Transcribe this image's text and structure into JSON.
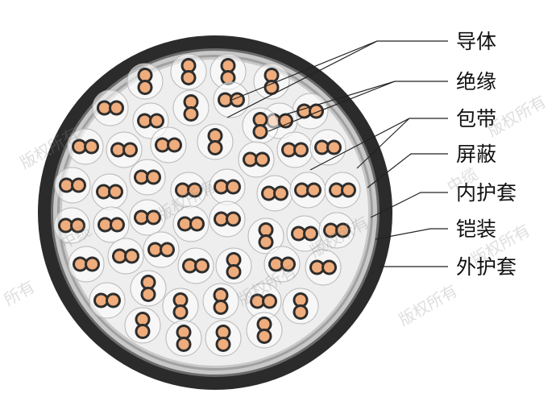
{
  "labels": {
    "conductor": "导体",
    "insulation": "绝缘",
    "wrapping_tape": "包带",
    "shield": "屏蔽",
    "inner_sheath": "内护套",
    "armor": "铠装",
    "outer_sheath": "外护套"
  },
  "watermarks": {
    "a": "版权所有",
    "b": "中缆",
    "c": "所有"
  },
  "colors": {
    "outer_sheath": "#2b2b2b",
    "armor": "#6b6b6b",
    "shield": "#c8c8c8",
    "inner_sheath": "#a0a0a0",
    "filler": "#eeeeee",
    "pair_ring": "#ffffff",
    "insulation": "#2d2d2d",
    "conductor": "#efac7c",
    "leader": "#222222"
  },
  "pairs": [
    [
      234,
      89,
      0
    ],
    [
      283,
      89,
      0
    ],
    [
      180,
      101,
      0
    ],
    [
      337,
      101,
      0
    ],
    [
      137,
      134,
      1
    ],
    [
      237,
      134,
      0
    ],
    [
      287,
      124,
      1
    ],
    [
      385,
      138,
      1
    ],
    [
      187,
      150,
      1
    ],
    [
      347,
      150,
      1
    ],
    [
      267,
      176,
      0
    ],
    [
      323,
      156,
      0
    ],
    [
      106,
      182,
      1
    ],
    [
      154,
      186,
      1
    ],
    [
      209,
      180,
      1
    ],
    [
      318,
      198,
      1
    ],
    [
      366,
      186,
      1
    ],
    [
      407,
      183,
      1
    ],
    [
      183,
      220,
      1
    ],
    [
      234,
      236,
      1
    ],
    [
      282,
      232,
      1
    ],
    [
      341,
      240,
      1
    ],
    [
      382,
      236,
      1
    ],
    [
      90,
      230,
      1
    ],
    [
      136,
      238,
      1
    ],
    [
      425,
      236,
      1
    ],
    [
      89,
      280,
      1
    ],
    [
      138,
      279,
      1
    ],
    [
      183,
      270,
      1
    ],
    [
      237,
      278,
      1
    ],
    [
      282,
      272,
      1
    ],
    [
      330,
      293,
      0
    ],
    [
      378,
      290,
      1
    ],
    [
      418,
      286,
      1
    ],
    [
      107,
      328,
      1
    ],
    [
      156,
      318,
      1
    ],
    [
      200,
      310,
      1
    ],
    [
      243,
      330,
      1
    ],
    [
      290,
      330,
      0
    ],
    [
      350,
      328,
      1
    ],
    [
      401,
      332,
      1
    ],
    [
      133,
      373,
      1
    ],
    [
      184,
      358,
      0
    ],
    [
      224,
      380,
      0
    ],
    [
      274,
      374,
      0
    ],
    [
      327,
      374,
      1
    ],
    [
      373,
      380,
      0
    ],
    [
      177,
      404,
      0
    ],
    [
      228,
      420,
      0
    ],
    [
      277,
      420,
      0
    ],
    [
      328,
      410,
      0
    ]
  ]
}
